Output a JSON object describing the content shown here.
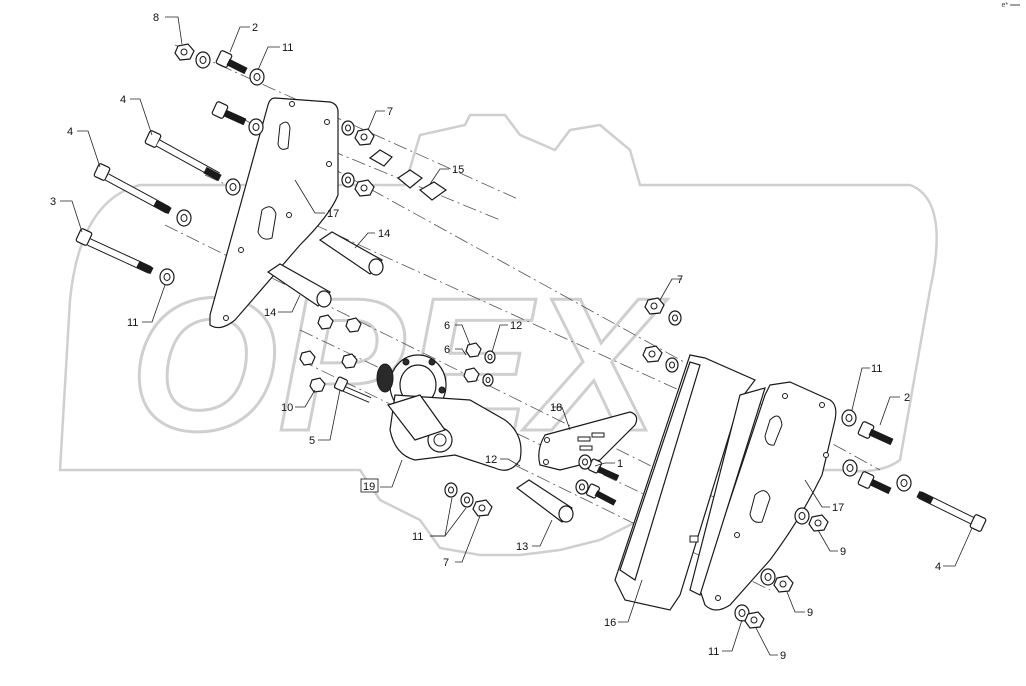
{
  "diagram": {
    "callouts": {
      "c1": "1",
      "c2a": "2",
      "c2b": "2",
      "c3": "3",
      "c4a": "4",
      "c4b": "4",
      "c4c": "4",
      "c5": "5",
      "c6a": "6",
      "c6b": "6",
      "c7a": "7",
      "c7b": "7",
      "c7c": "7",
      "c8": "8",
      "c9a": "9",
      "c9b": "9",
      "c9c": "9",
      "c10": "10",
      "c11a": "11",
      "c11b": "11",
      "c11c": "11",
      "c11d": "11",
      "c11e": "11",
      "c12a": "12",
      "c12b": "12",
      "c13": "13",
      "c14a": "14",
      "c14b": "14",
      "c15": "15",
      "c16": "16",
      "c17a": "17",
      "c17b": "17",
      "c18": "18",
      "c19": "19"
    },
    "watermark": "OPEX",
    "corner_mark": "e* ══"
  }
}
